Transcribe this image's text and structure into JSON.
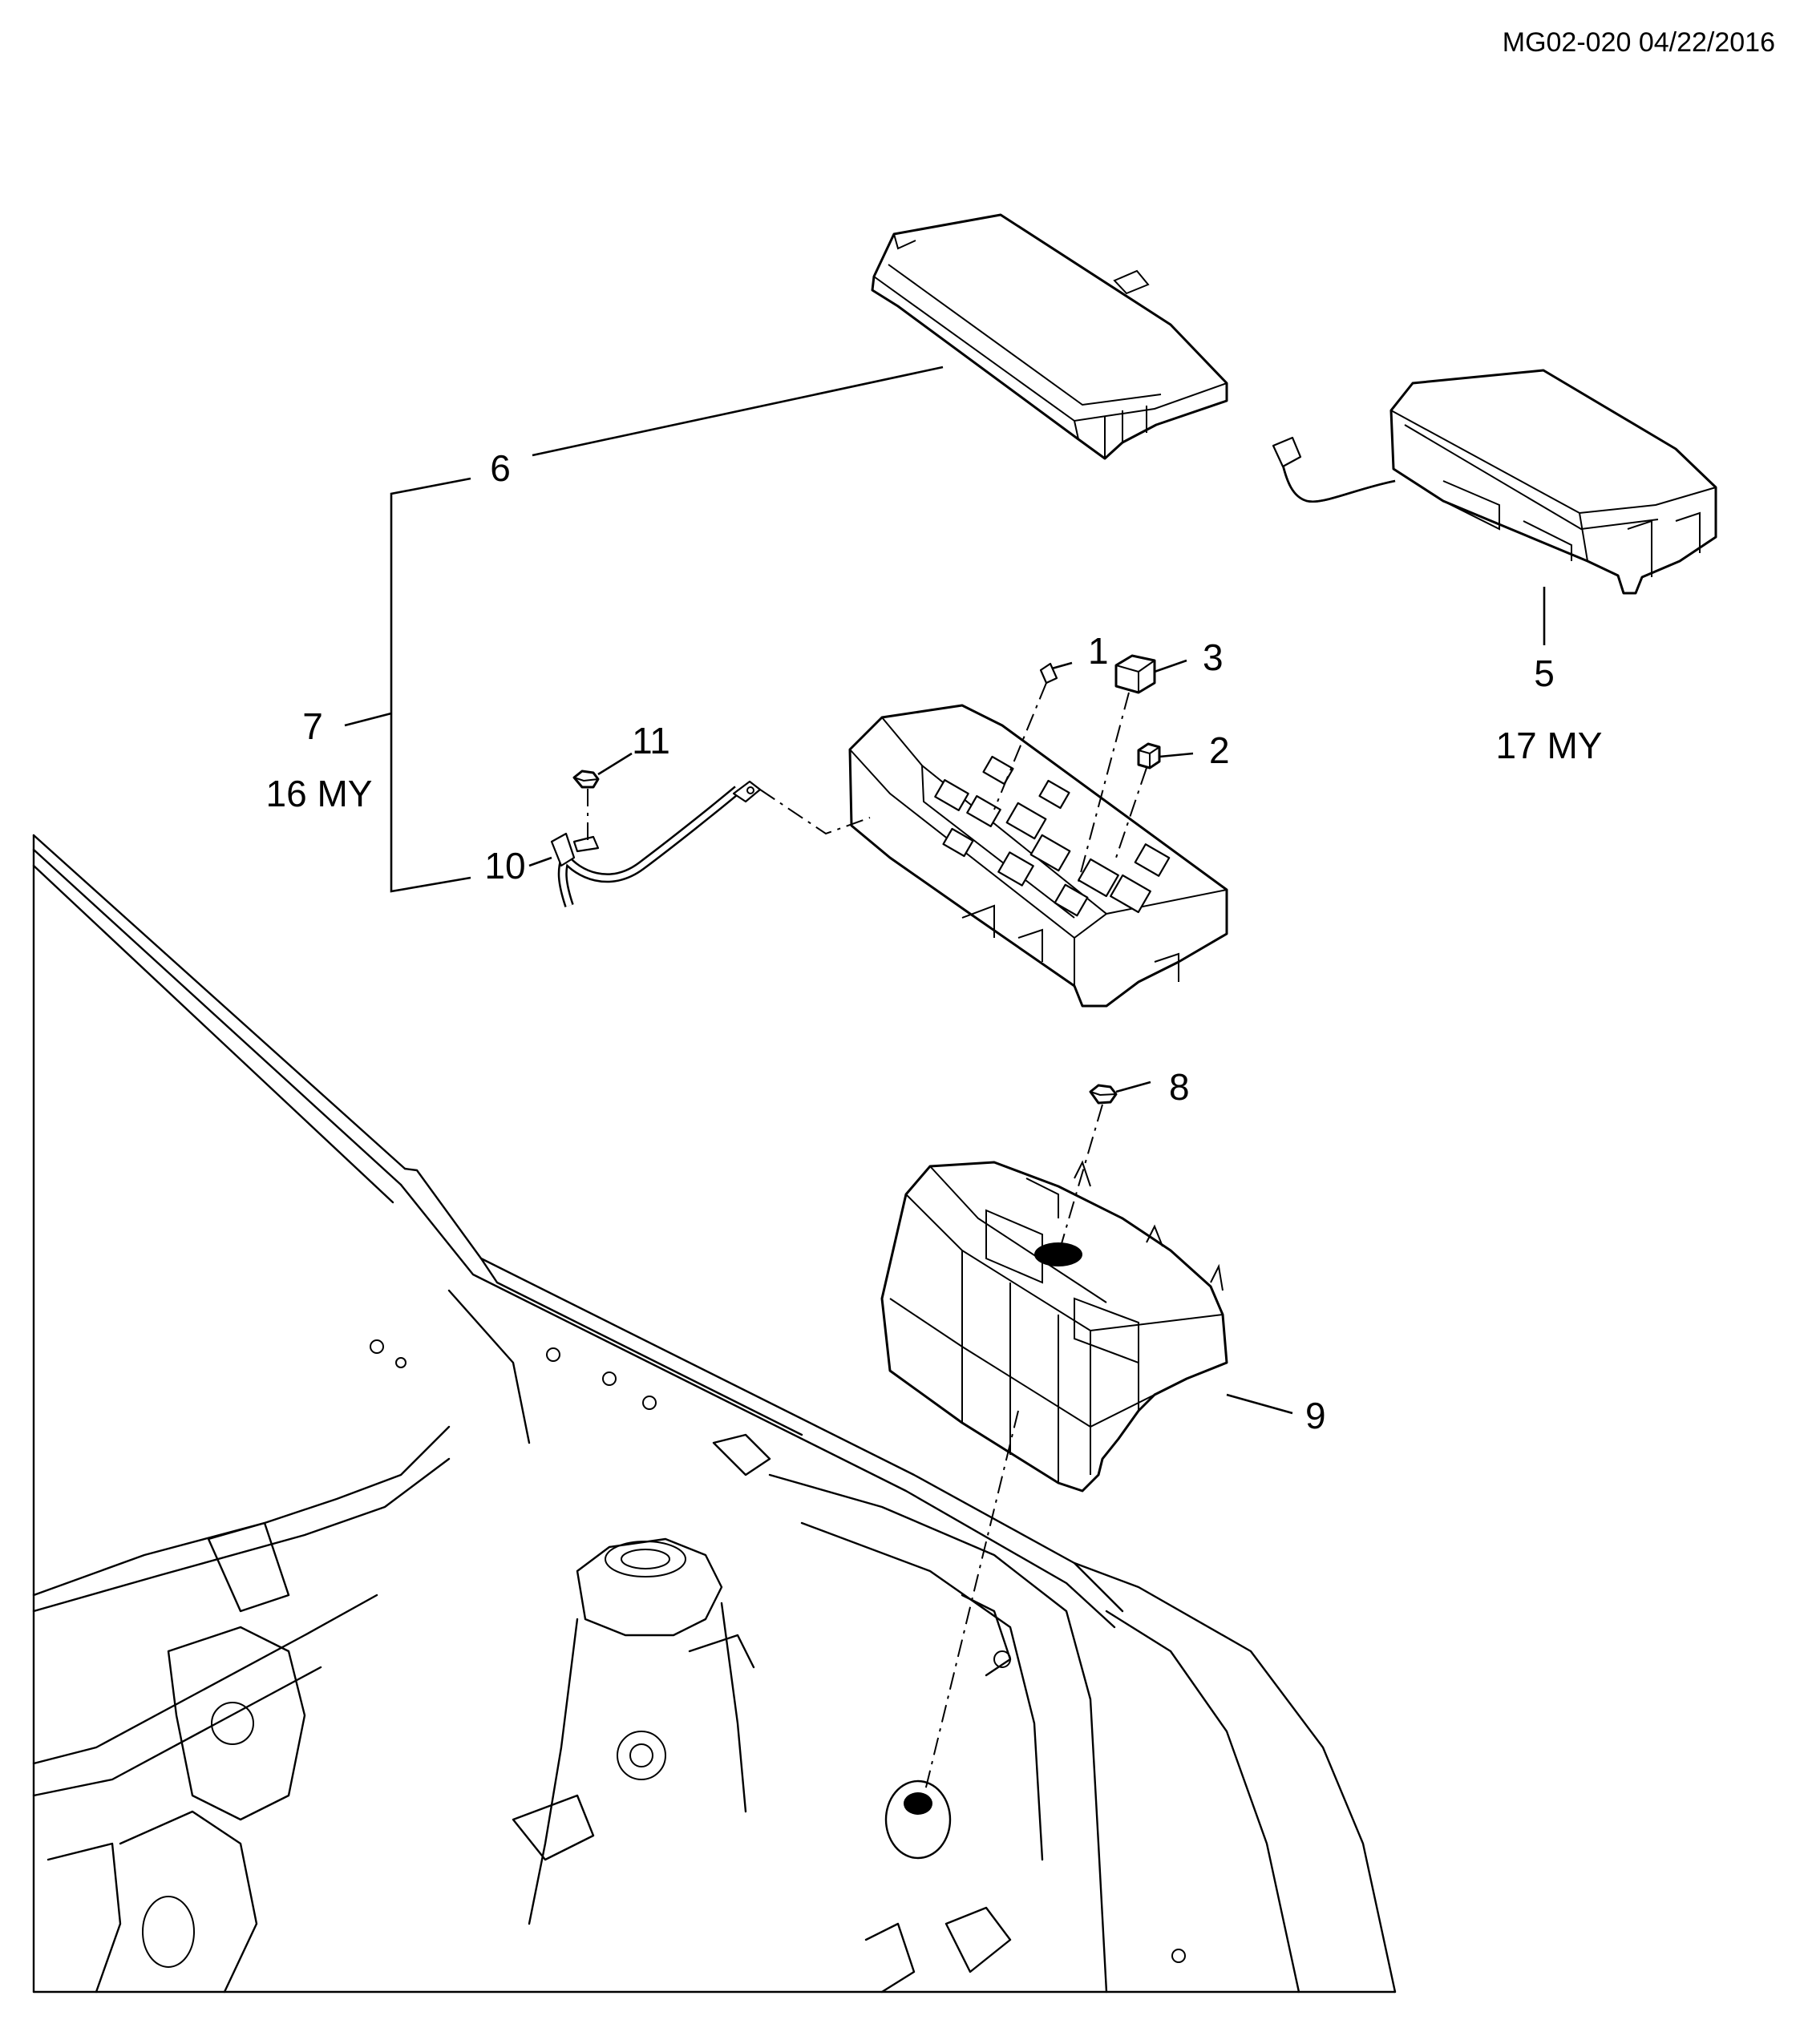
{
  "header": {
    "reference": "MG02-020 04/22/2016"
  },
  "callouts": {
    "c1": "1",
    "c2": "2",
    "c3": "3",
    "c5": "5",
    "c6": "6",
    "c7": "7",
    "c8": "8",
    "c9": "9",
    "c10": "10",
    "c11": "11"
  },
  "variants": {
    "my16": "16 MY",
    "my17": "17 MY"
  }
}
